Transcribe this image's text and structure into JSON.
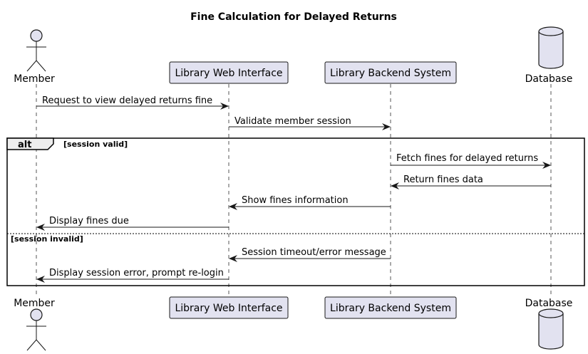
{
  "title": "Fine Calculation for Delayed Returns",
  "participants": [
    {
      "id": "member",
      "label": "Member",
      "kind": "actor"
    },
    {
      "id": "web",
      "label": "Library Web Interface",
      "kind": "participant"
    },
    {
      "id": "backend",
      "label": "Library Backend System",
      "kind": "participant"
    },
    {
      "id": "db",
      "label": "Database",
      "kind": "database"
    }
  ],
  "messages": [
    {
      "from": "member",
      "to": "web",
      "label": "Request to view delayed returns fine"
    },
    {
      "from": "web",
      "to": "backend",
      "label": "Validate member session"
    },
    {
      "from": "backend",
      "to": "db",
      "label": "Fetch fines for delayed returns"
    },
    {
      "from": "db",
      "to": "backend",
      "label": "Return fines data"
    },
    {
      "from": "backend",
      "to": "web",
      "label": "Show fines information"
    },
    {
      "from": "web",
      "to": "member",
      "label": "Display fines due"
    },
    {
      "from": "backend",
      "to": "web",
      "label": "Session timeout/error message"
    },
    {
      "from": "web",
      "to": "member",
      "label": "Display session error, prompt re-login"
    }
  ],
  "alt_frame": {
    "keyword": "alt",
    "guard_1": "[session valid]",
    "guard_2": "[session invalid]"
  },
  "colors": {
    "participant_fill": "#E2E2F0",
    "stroke": "#181818"
  }
}
